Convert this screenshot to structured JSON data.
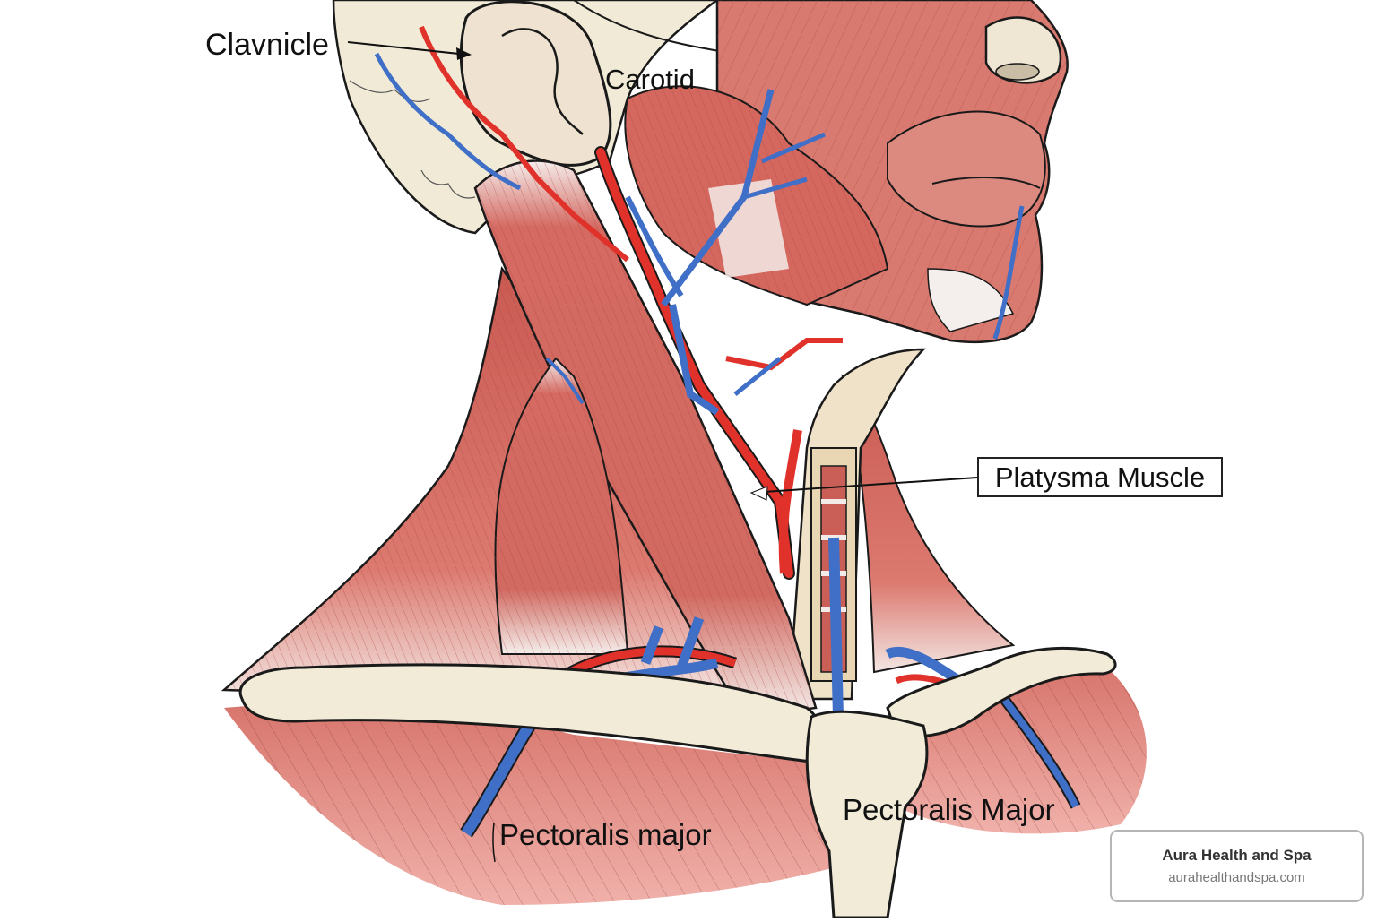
{
  "figure": {
    "type": "anatomical-illustration",
    "subject": "Neck and upper chest musculature, lateral view",
    "colors": {
      "muscle": "#d9736b",
      "muscle_dark": "#b94e48",
      "tendon": "#f4ecea",
      "bone": "#f1ead6",
      "artery": "#e0322a",
      "vein": "#3f6fc7",
      "outline": "#1a1a1a",
      "background": "#ffffff"
    }
  },
  "labels": {
    "clavicle": "Clavnicle",
    "carotid": "Carotid",
    "platysma": "Platysma Muscle",
    "pectoralis_left": "Pectoralis major",
    "pectoralis_right": "Pectoralis Major"
  },
  "brand": {
    "name": "Aura Health and Spa",
    "url": "aurahealthandspa.com"
  }
}
